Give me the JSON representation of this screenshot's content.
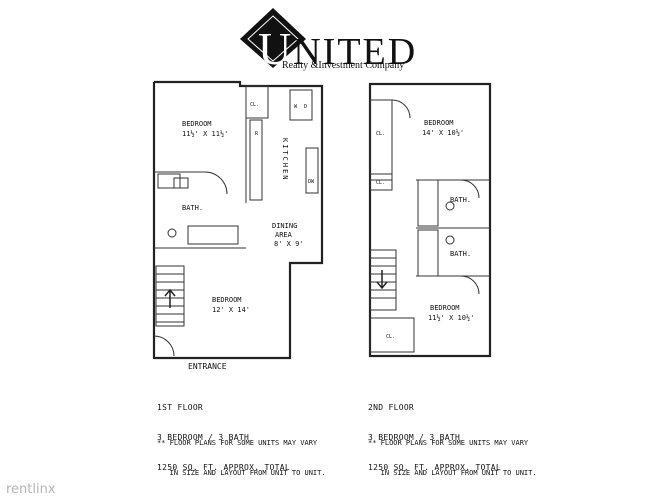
{
  "logo": {
    "initial": "U",
    "word": "NITED",
    "subtitle": "Realty &Investment Company"
  },
  "plan_first": {
    "rooms": {
      "bedroom_a": "BEDROOM",
      "bedroom_a_size": "11½' X 11½'",
      "kitchen": "KITCHEN",
      "bath": "BATH.",
      "dining": "DINING",
      "dining_area": "AREA",
      "dining_size": "8' X 9'",
      "bedroom_b": "BEDROOM",
      "bedroom_b_size": "12' X 14'",
      "cl": "CL.",
      "fridge": "R",
      "dw": "DW",
      "wd_w": "W",
      "wd_d": "D"
    },
    "entrance": "ENTRANCE",
    "caption": [
      "1ST FLOOR",
      "3 BEDROOM / 3 BATH",
      "1250 SQ. FT. APPROX. TOTAL"
    ],
    "note": [
      "** FLOOR PLANS FOR SOME UNITS MAY VARY",
      "   IN SIZE AND LAYOUT FROM UNIT TO UNIT."
    ]
  },
  "plan_second": {
    "rooms": {
      "bedroom_a": "BEDROOM",
      "bedroom_a_size": "14' X 10½'",
      "cl_a": "CL.",
      "cl_b": "CL.",
      "bath_a": "BATH.",
      "bath_b": "BATH.",
      "bedroom_b": "BEDROOM",
      "bedroom_b_size": "11½' X 10½'",
      "cl_c": "CL."
    },
    "caption": [
      "2ND FLOOR",
      "3 BEDROOM / 3 BATH",
      "1250 SQ. FT. APPROX. TOTAL"
    ],
    "note": [
      "** FLOOR PLANS FOR SOME UNITS MAY VARY",
      "   IN SIZE AND LAYOUT FROM UNIT TO UNIT."
    ]
  },
  "watermark": "rentlinx"
}
